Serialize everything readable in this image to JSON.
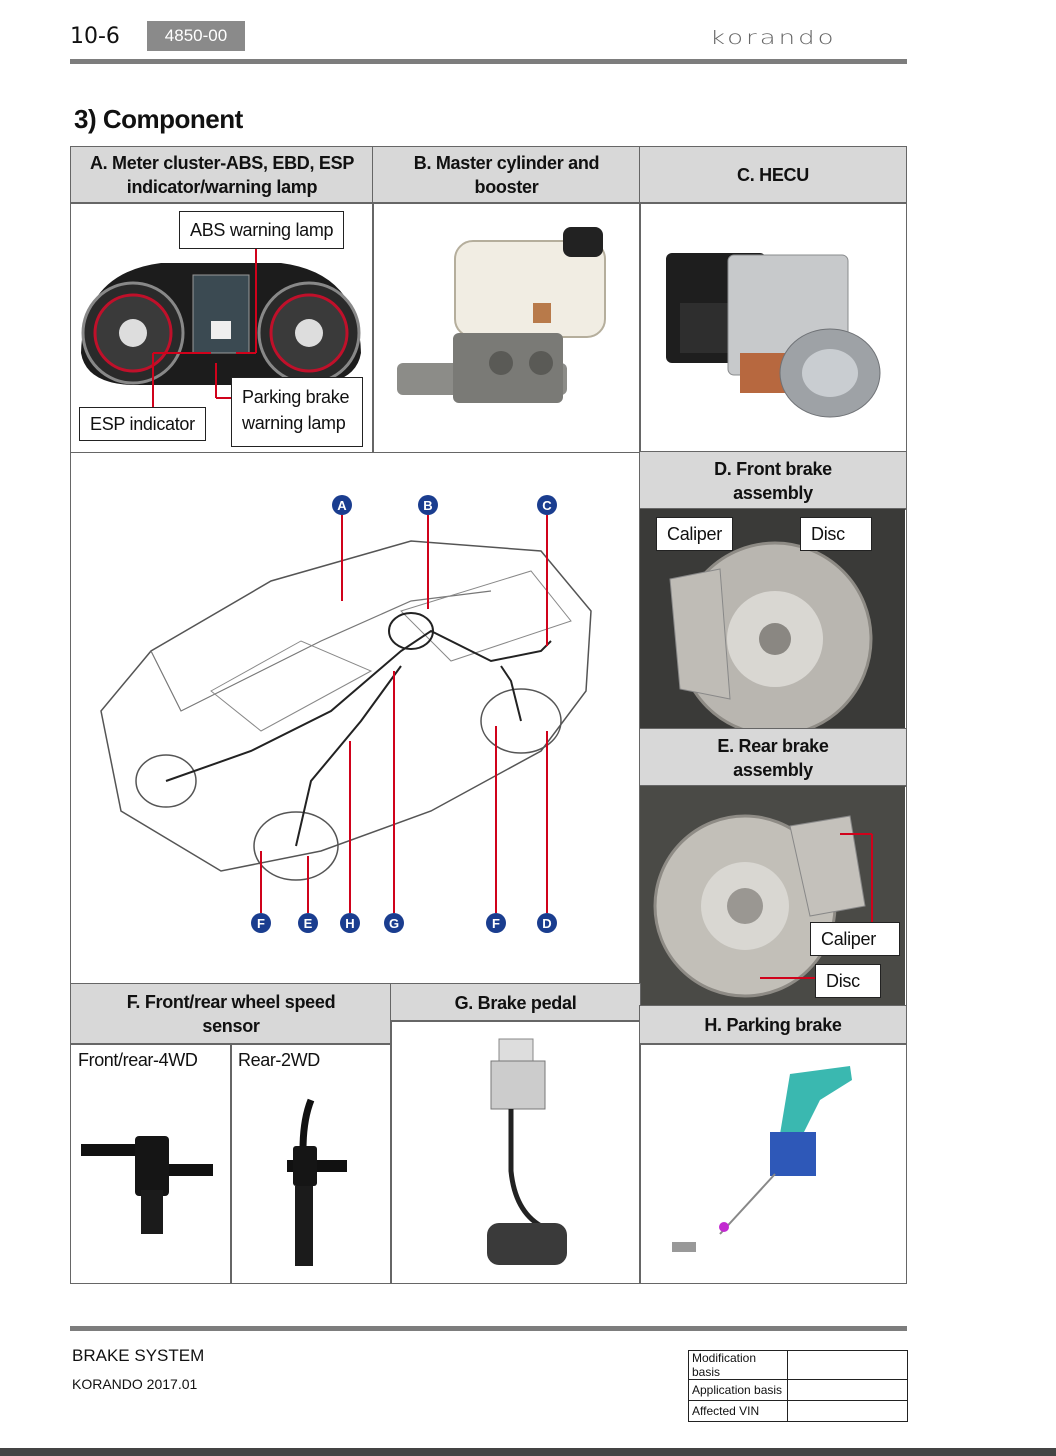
{
  "header": {
    "page_number": "10-6",
    "section_code": "4850-00",
    "brand": "korando"
  },
  "section_title": "3) Component",
  "components": {
    "a": {
      "title": "A. Meter cluster-ABS, EBD, ESP indicator/warning lamp",
      "callouts": {
        "abs": "ABS warning lamp",
        "parking_line1": "Parking brake",
        "parking_line2": "warning lamp",
        "esp": "ESP indicator"
      }
    },
    "b": {
      "title": "B. Master cylinder and booster"
    },
    "c": {
      "title": "C. HECU"
    },
    "d": {
      "title": "D. Front brake assembly",
      "callouts": {
        "caliper": "Caliper",
        "disc": "Disc"
      }
    },
    "e": {
      "title": "E. Rear brake assembly",
      "callouts": {
        "caliper": "Caliper",
        "disc": "Disc"
      }
    },
    "f": {
      "title": "F. Front/rear wheel speed sensor",
      "sub1": "Front/rear-4WD",
      "sub2": "Rear-2WD"
    },
    "g": {
      "title": "G. Brake pedal"
    },
    "h": {
      "title": "H. Parking brake"
    }
  },
  "diagram": {
    "top_markers": [
      "A",
      "B",
      "C"
    ],
    "bottom_markers": [
      "F",
      "E",
      "H",
      "G",
      "F",
      "D"
    ]
  },
  "footer": {
    "title": "BRAKE SYSTEM",
    "model": "KORANDO 2017.01",
    "info_rows": [
      {
        "label": "Modification basis",
        "value": ""
      },
      {
        "label": "Application basis",
        "value": ""
      },
      {
        "label": "Affected VIN",
        "value": ""
      }
    ]
  },
  "colors": {
    "header_bg": "#d8d8d8",
    "marker": "#1a3d8f",
    "leader": "#d0021b"
  }
}
